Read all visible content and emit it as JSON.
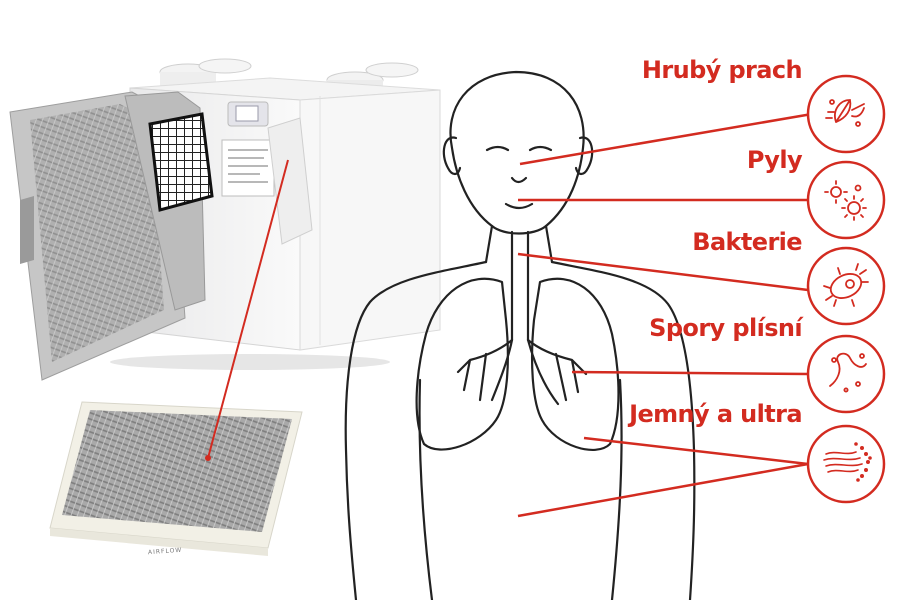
{
  "accent_color": "#d32b20",
  "labels": [
    {
      "text": "Hrubý prach",
      "icon": "coarse-dust-icon"
    },
    {
      "text": "Pyly",
      "icon": "pollen-icon"
    },
    {
      "text": "Bakterie",
      "icon": "bacteria-icon"
    },
    {
      "text": "Spory plísní",
      "icon": "mold-spores-icon"
    },
    {
      "text": "Jemný a ultra",
      "icon": "fine-dust-icon"
    }
  ],
  "filter_text": "AIRFLOW"
}
